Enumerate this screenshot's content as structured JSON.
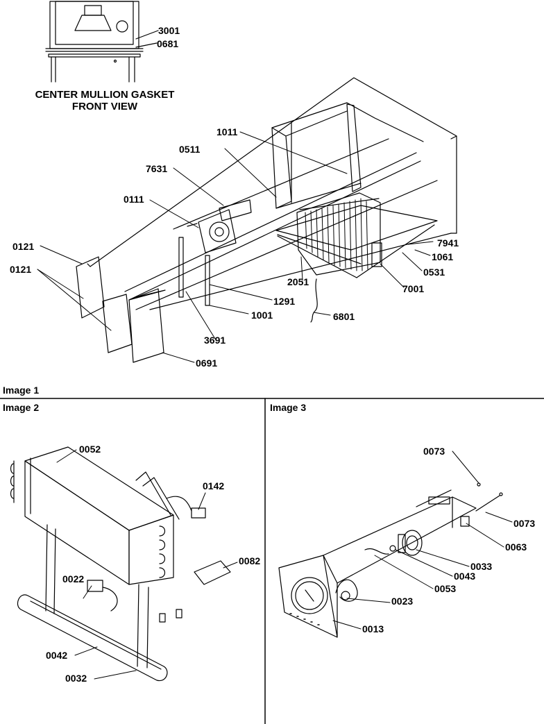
{
  "section_titles": {
    "image1": "Image 1",
    "image2": "Image 2",
    "image3": "Image 3"
  },
  "inset_caption": {
    "line1": "CENTER MULLION GASKET",
    "line2": "FRONT VIEW"
  },
  "image1_callouts": {
    "c3001": "3001",
    "c0681": "0681",
    "c1011": "1011",
    "c0511": "0511",
    "c7631": "7631",
    "c0111": "0111",
    "c0121a": "0121",
    "c0121b": "0121",
    "c7941": "7941",
    "c1061": "1061",
    "c0531": "0531",
    "c2051": "2051",
    "c7001": "7001",
    "c1291": "1291",
    "c1001": "1001",
    "c6801": "6801",
    "c3691": "3691",
    "c0691": "0691"
  },
  "image2_callouts": {
    "c0052": "0052",
    "c0142": "0142",
    "c0022": "0022",
    "c0082": "0082",
    "c0042": "0042",
    "c0032": "0032"
  },
  "image3_callouts": {
    "c0073a": "0073",
    "c0073b": "0073",
    "c0063": "0063",
    "c0033": "0033",
    "c0043": "0043",
    "c0053": "0053",
    "c0023": "0023",
    "c0013": "0013"
  }
}
